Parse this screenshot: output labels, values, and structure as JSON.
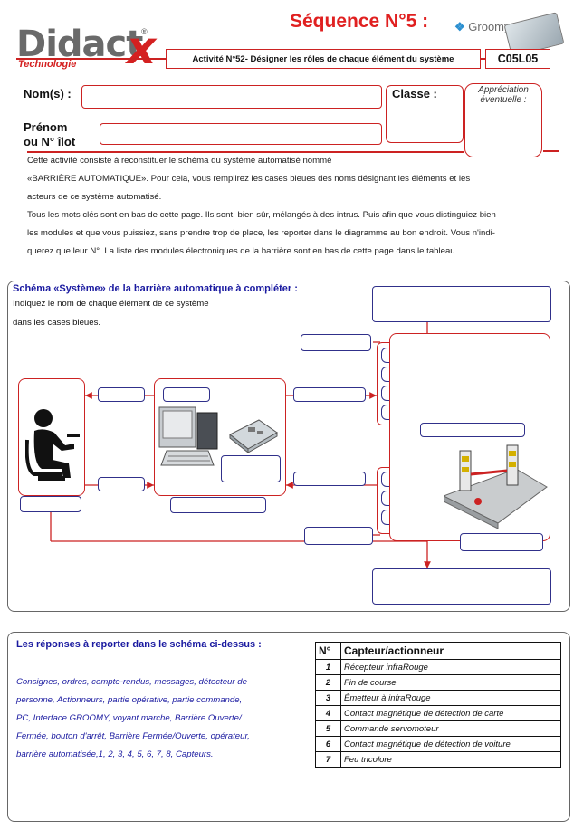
{
  "header": {
    "logo_brand": "Didact",
    "logo_x": "x",
    "logo_reg": "®",
    "logo_tagline": "Technologie",
    "sequence_title": "Séquence N°5 :",
    "groomy_logo": "Groomy",
    "activity": "Activité N°52- Désigner les rôles de chaque élément du système",
    "code": "C05L05"
  },
  "form": {
    "nom_label": "Nom(s) :",
    "classe_label": "Classe :",
    "appreciation_label": "Appréciation éventuelle :",
    "prenom_label": "Prénom",
    "ilot_label": "ou N° îlot"
  },
  "intro": {
    "line1": "Cette activité consiste à reconstituer le schéma du système automatisé nommé",
    "line2": "«BARRIÈRE AUTOMATIQUE». Pour cela, vous remplirez les cases bleues des noms désignant les éléments et les",
    "line3": "acteurs de ce système automatisé.",
    "line4": "Tous les mots clés sont en bas de cette page. Ils sont, bien sûr, mélangés à des intrus. Puis afin que vous distinguiez bien",
    "line5": "les modules et que vous puissiez, sans prendre trop de place, les reporter dans le diagramme au bon endroit. Vous n'indi-",
    "line6": "querez que leur N°. La liste des modules électroniques de la barrière sont en bas de cette page dans le tableau"
  },
  "schema": {
    "title": "Schéma «Système» de la barrière automatique à compléter :",
    "instruction1": "Indiquez le nom de chaque élément de ce système",
    "instruction2": "dans les cases bleues."
  },
  "answers": {
    "title": "Les réponses à reporter dans le schéma ci-dessus :",
    "lines": [
      "Consignes, ordres, compte-rendus, messages, détecteur de",
      "personne, Actionneurs, partie opérative, partie commande,",
      "PC, Interface GROOMY, voyant marche, Barrière Ouverte/",
      "Fermée, bouton d'arrêt, Barrière Fermée/Ouverte, opérateur,",
      "barrière automatisée,1, 2, 3, 4, 5, 6, 7, 8, Capteurs."
    ]
  },
  "table": {
    "headers": [
      "N°",
      "Capteur/actionneur"
    ],
    "rows": [
      {
        "num": "1",
        "name": "Récepteur infraRouge"
      },
      {
        "num": "2",
        "name": "Fin de course"
      },
      {
        "num": "3",
        "name": "Émetteur à infraRouge"
      },
      {
        "num": "4",
        "name": "Contact magnétique de détection de carte"
      },
      {
        "num": "5",
        "name": "Commande servomoteur"
      },
      {
        "num": "6",
        "name": "Contact magnétique de détection de voiture"
      },
      {
        "num": "7",
        "name": "Feu tricolore"
      }
    ]
  },
  "colors": {
    "accent_red": "#d42020",
    "answer_blue": "#1a1aa0",
    "box_blue": "#30308a"
  }
}
